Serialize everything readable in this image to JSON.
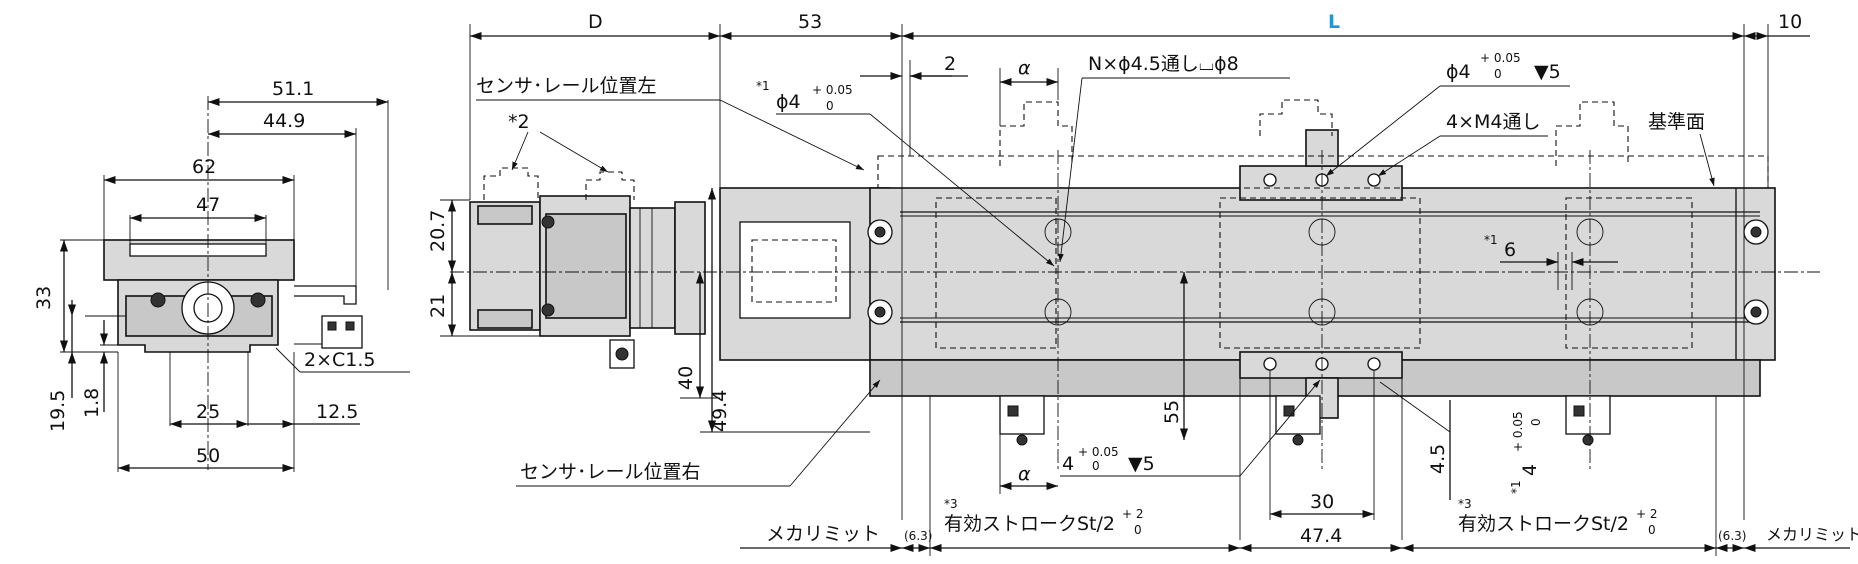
{
  "dimensions": {
    "d": "D",
    "d53": "53",
    "l": "L",
    "d10": "10",
    "d2": "2",
    "alpha": "α",
    "d51_1": "51.1",
    "d44_9": "44.9",
    "d62": "62",
    "d47": "47",
    "d33": "33",
    "d19_5": "19.5",
    "d1_8": "1.8",
    "d25": "25",
    "d12_5": "12.5",
    "d50": "50",
    "d20_7": "20.7",
    "d21": "21",
    "d40": "40",
    "d49_4": "49.4",
    "d55": "55",
    "d4_5": "4.5",
    "d30": "30",
    "d47_4": "47.4",
    "d6": "6",
    "d6_3": "(6.3)",
    "d4": "4"
  },
  "labels": {
    "sensor_rail_left": "センサ･レール位置左",
    "sensor_rail_right": "センサ･レール位置右",
    "hole_spec": "N×ϕ4.5通し⌴ϕ8",
    "phi4": "ϕ4",
    "phi4_depth": "▼5",
    "m4_thru": "4×M4通し",
    "ref_face": "基準面",
    "chamfer": "2×C1.5",
    "mecha_limit": "メカリミット",
    "effective_stroke": "有効ストロークSt/2",
    "note1": "*1",
    "note2": "*2",
    "note3": "*3",
    "tol_plus": "+ 0.05",
    "tol_zero": "0",
    "tol_plus2": "+ 2",
    "tol_zero2": "0",
    "depth5": "▼5"
  },
  "colors": {
    "accent_l": "#1a9ad6",
    "body_fill": "#d9d9d9",
    "line": "#111111"
  }
}
